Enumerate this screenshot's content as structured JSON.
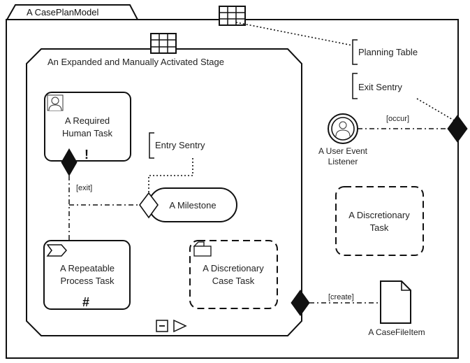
{
  "case_plan_model": {
    "name": "A CasePlanModel"
  },
  "stage": {
    "name": "An Expanded and Manually Activated Stage"
  },
  "human_task": {
    "line1": "A Required",
    "line2": "Human Task"
  },
  "process_task": {
    "line1": "A Repeatable",
    "line2": "Process Task"
  },
  "case_task": {
    "line1": "A Discretionary",
    "line2": "Case Task"
  },
  "discretionary_task": {
    "line1": "A Discretionary",
    "line2": "Task"
  },
  "milestone": {
    "name": "A Milestone"
  },
  "event_listener": {
    "line1": "A User Event",
    "line2": "Listener"
  },
  "case_file_item": {
    "name": "A CaseFileItem"
  },
  "annotations": {
    "planning_table": "Planning Table",
    "exit_sentry": "Exit Sentry",
    "entry_sentry": "Entry Sentry"
  },
  "connector_labels": {
    "exit": "[exit]",
    "occur": "[occur]",
    "create": "[create]"
  },
  "markers": {
    "required": "!",
    "repetition": "#"
  },
  "colors": {
    "stroke": "#111111",
    "fill": "#ffffff",
    "diamond": "#111111"
  }
}
